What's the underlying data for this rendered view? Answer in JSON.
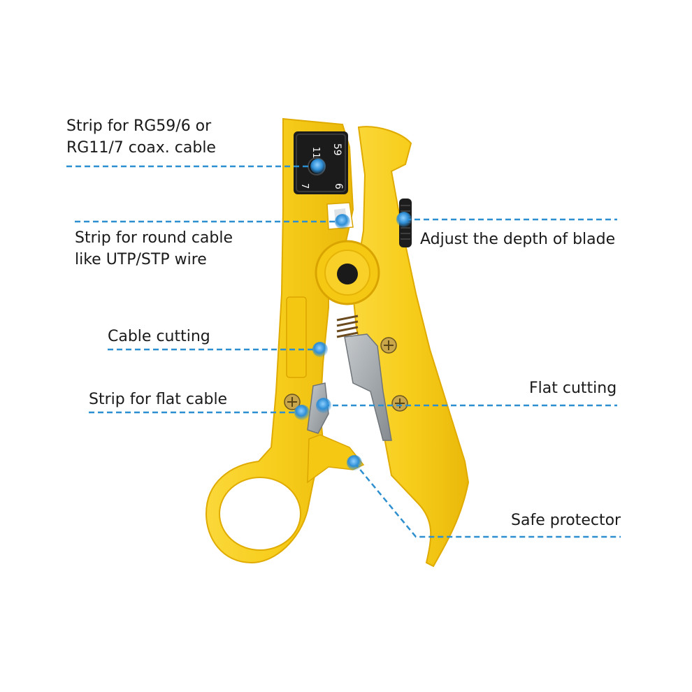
{
  "callouts": {
    "coax_strip": {
      "line1": "Strip for RG59/6 or",
      "line2": "RG11/7 coax. cable"
    },
    "round_strip": {
      "line1": "Strip for round cable",
      "line2": "like UTP/STP wire"
    },
    "blade_depth": "Adjust the depth of blade",
    "cable_cutting": "Cable cutting",
    "flat_strip": "Strip for flat cable",
    "flat_cutting": "Flat cutting",
    "safe_protector": "Safe protector"
  },
  "die_markings": {
    "top_left": "11",
    "top_right": "59",
    "bottom_left": "7",
    "bottom_right": "6"
  },
  "colors": {
    "tool_body": "#f7cd1b",
    "tool_edge": "#e2ae00",
    "leader_line": "#2d8fd0",
    "marker_dot": "#2e8ed6",
    "blade": "#9aa0a4",
    "die": "#1b1b1b",
    "text": "#1a1a1a"
  }
}
